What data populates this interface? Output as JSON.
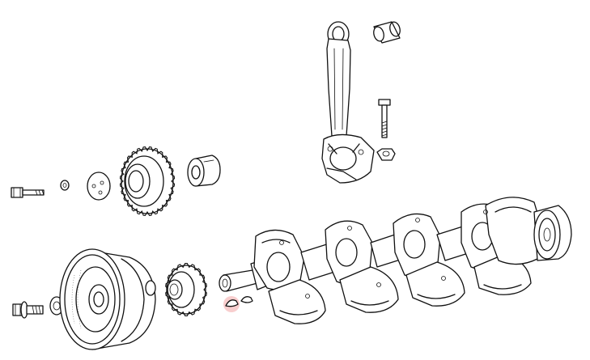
{
  "diagram": {
    "kind": "exploded parts view",
    "highlight_color": "#e23c3c",
    "parts": [
      {
        "id": "connecting-rod"
      },
      {
        "id": "small-end-bushing"
      },
      {
        "id": "rod-bolt"
      },
      {
        "id": "rod-nut"
      },
      {
        "id": "bolt"
      },
      {
        "id": "washer-small"
      },
      {
        "id": "plate"
      },
      {
        "id": "timing-gear-large"
      },
      {
        "id": "spacer-sleeve"
      },
      {
        "id": "harmonic-balancer"
      },
      {
        "id": "pulley-bolt"
      },
      {
        "id": "washer"
      },
      {
        "id": "crank-gear"
      },
      {
        "id": "woodruff-key-highlighted"
      },
      {
        "id": "woodruff-key"
      },
      {
        "id": "crankshaft"
      }
    ]
  }
}
